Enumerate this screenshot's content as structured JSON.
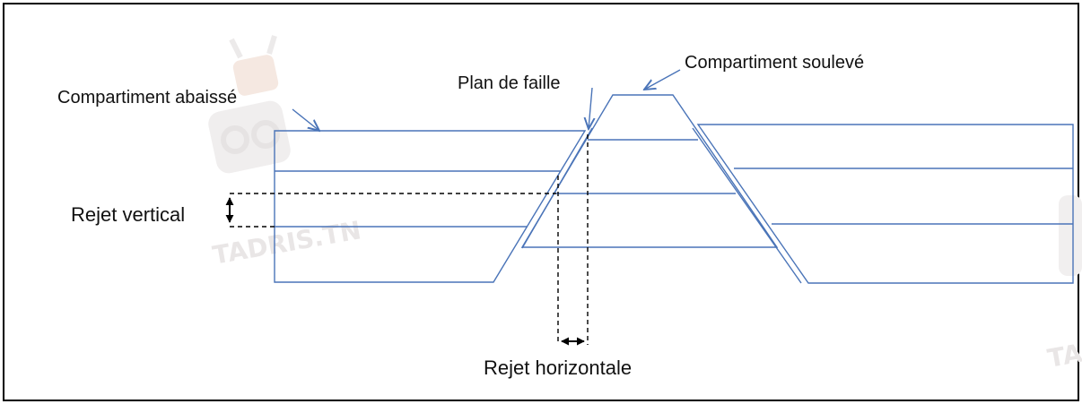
{
  "diagram": {
    "labels": {
      "compartiment_abaisse": "Compartiment abaissé",
      "plan_de_faille": "Plan de faille",
      "compartiment_souleve": "Compartiment soulevé",
      "rejet_vertical": "Rejet vertical",
      "rejet_horizontale": "Rejet horizontale"
    },
    "watermark": {
      "text": "TADRIS.TN",
      "text_right": "TA"
    },
    "colors": {
      "frame": "#000000",
      "strata": "#4a74b8",
      "measure": "#000000",
      "watermark": "#ece9e9"
    }
  }
}
